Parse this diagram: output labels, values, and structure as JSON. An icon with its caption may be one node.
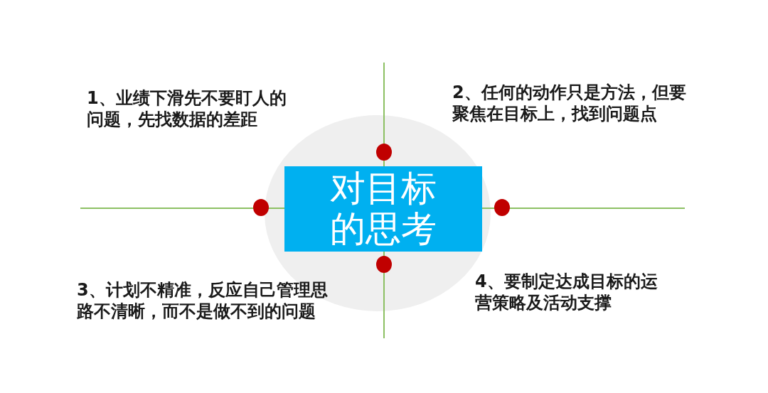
{
  "diagram": {
    "nodes": [
      {
        "text": [
          "对目标的思考"
        ]
      }
    ],
    "labels": [
      "1、业绩下滑先不要盯人的问题，先找数据的差距",
      "2、任何的动作只是方法，但要聚焦在目标上，找到问题点",
      "3、计划不精准，反应自己管理思路不清晰，而不是做不到的问题",
      "4、要制定达成目标的运营策略及活动支撑"
    ]
  }
}
